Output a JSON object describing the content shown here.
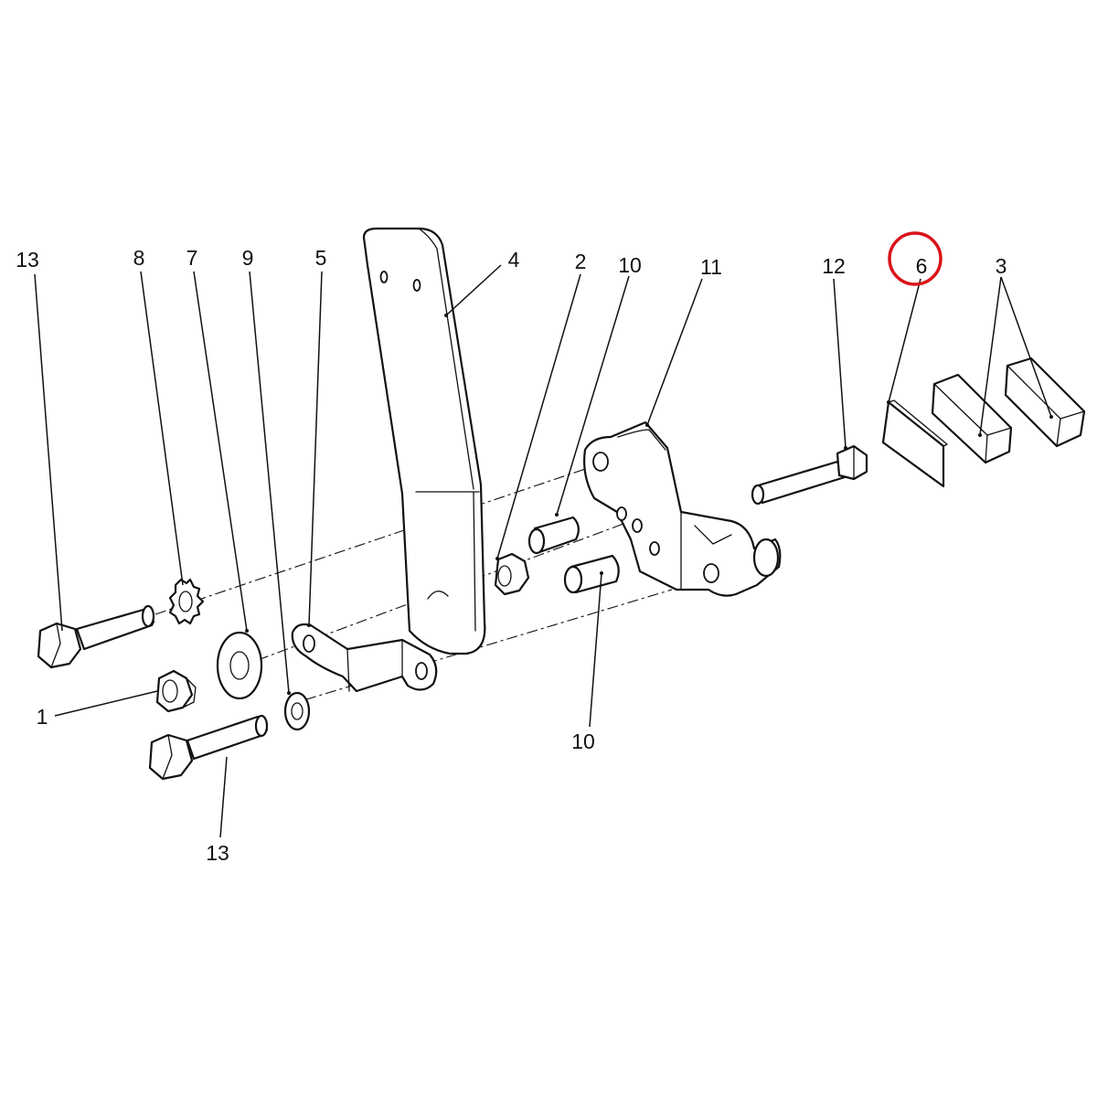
{
  "diagram": {
    "type": "exploded-parts-diagram",
    "callouts": [
      {
        "id": "c13a",
        "label": "13"
      },
      {
        "id": "c8",
        "label": "8"
      },
      {
        "id": "c7",
        "label": "7"
      },
      {
        "id": "c9",
        "label": "9"
      },
      {
        "id": "c5",
        "label": "5"
      },
      {
        "id": "c4",
        "label": "4"
      },
      {
        "id": "c2",
        "label": "2"
      },
      {
        "id": "c10a",
        "label": "10"
      },
      {
        "id": "c11",
        "label": "11"
      },
      {
        "id": "c12",
        "label": "12"
      },
      {
        "id": "c6",
        "label": "6"
      },
      {
        "id": "c3",
        "label": "3"
      },
      {
        "id": "c1",
        "label": "1"
      },
      {
        "id": "c10b",
        "label": "10"
      },
      {
        "id": "c13b",
        "label": "13"
      }
    ],
    "highlighted_callout": "6",
    "highlight_color": "#d9141a",
    "line_color": "#111111"
  }
}
